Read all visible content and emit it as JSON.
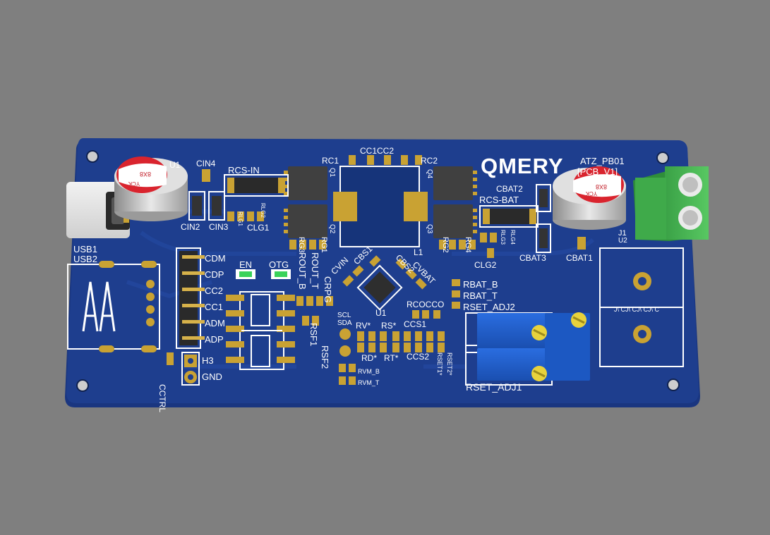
{
  "board": {
    "logo": "QMERY",
    "name_line1": "ATZ_PB01",
    "name_line2": "[PCB_V1]"
  },
  "capacitor_marking": {
    "value": "8X8",
    "maker": "YCK"
  },
  "refdes": {
    "u1": "U1",
    "usb1": "USB1",
    "usb2": "USB2",
    "cin4": "CIN4",
    "rcs_in": "RCS-IN",
    "cin2": "CIN2",
    "cin3": "CIN3",
    "clg1": "CLG1",
    "rlg1": "RLG1",
    "rlg2": "RLG2",
    "rc1": "RC1",
    "cc1cc2": "CC1CC2",
    "rc2": "RC2",
    "q1": "Q1",
    "q2": "Q2",
    "q3": "Q3",
    "q4": "Q4",
    "l1": "L1",
    "rg3": "RG3",
    "rg1": "RG1",
    "rg2": "RG2",
    "rg4": "RG4",
    "rout_b": "ROUT_B",
    "rout_t": "ROUT_T",
    "crpg": "CRPG",
    "cvin": "CVIN",
    "cbs1": "CBS1",
    "cbs2": "CBS2",
    "cvbat": "CVBAT",
    "cbat2": "CBAT2",
    "rcs_bat": "RCS-BAT",
    "clg2": "CLG2",
    "rlg3": "RLG3",
    "rlg4": "RLG4",
    "cbat3": "CBAT3",
    "cbat1": "CBAT1",
    "rbat_b": "RBAT_B",
    "rbat_t": "RBAT_T",
    "rset_adj2": "RSET_ADJ2",
    "rset_adj1": "RSET_ADJ1",
    "rcocco": "RCOCCO",
    "rv": "RV*",
    "rs": "RS*",
    "ccs1": "CCS1",
    "rd": "RD*",
    "rt": "RT*",
    "ccs2": "CCS2",
    "rset1": "RSET1*",
    "rset2": "RSET2*",
    "rsf1": "RSF1",
    "rsf2": "RSF2",
    "scl": "SCL",
    "sda": "SDA",
    "rvm_b": "RVM_B",
    "rvm_t": "RVM_T",
    "en": "EN",
    "otg": "OTG",
    "h3": "H3",
    "cctrl": "CCTRL",
    "j1": "J1",
    "u2": "U2",
    "u2b": "U2",
    "jumper_row": "J\\ CJ\\ CJ\\ CJ\\ C"
  },
  "header_pins": [
    "CDM",
    "CDP",
    "CC2",
    "CC1",
    "ADM",
    "ADP"
  ],
  "gnd_label": "GND",
  "colors": {
    "background": "#7f7f7f",
    "pcb": "#1e3e8e",
    "pcb_dark": "#173273",
    "copper": "#c9a233",
    "silkscreen": "#ffffff",
    "terminal_block": "#45b84f",
    "trimpot": "#1f5fd0",
    "led": "#3ad25a",
    "capacitor_top": "#d9242e"
  }
}
